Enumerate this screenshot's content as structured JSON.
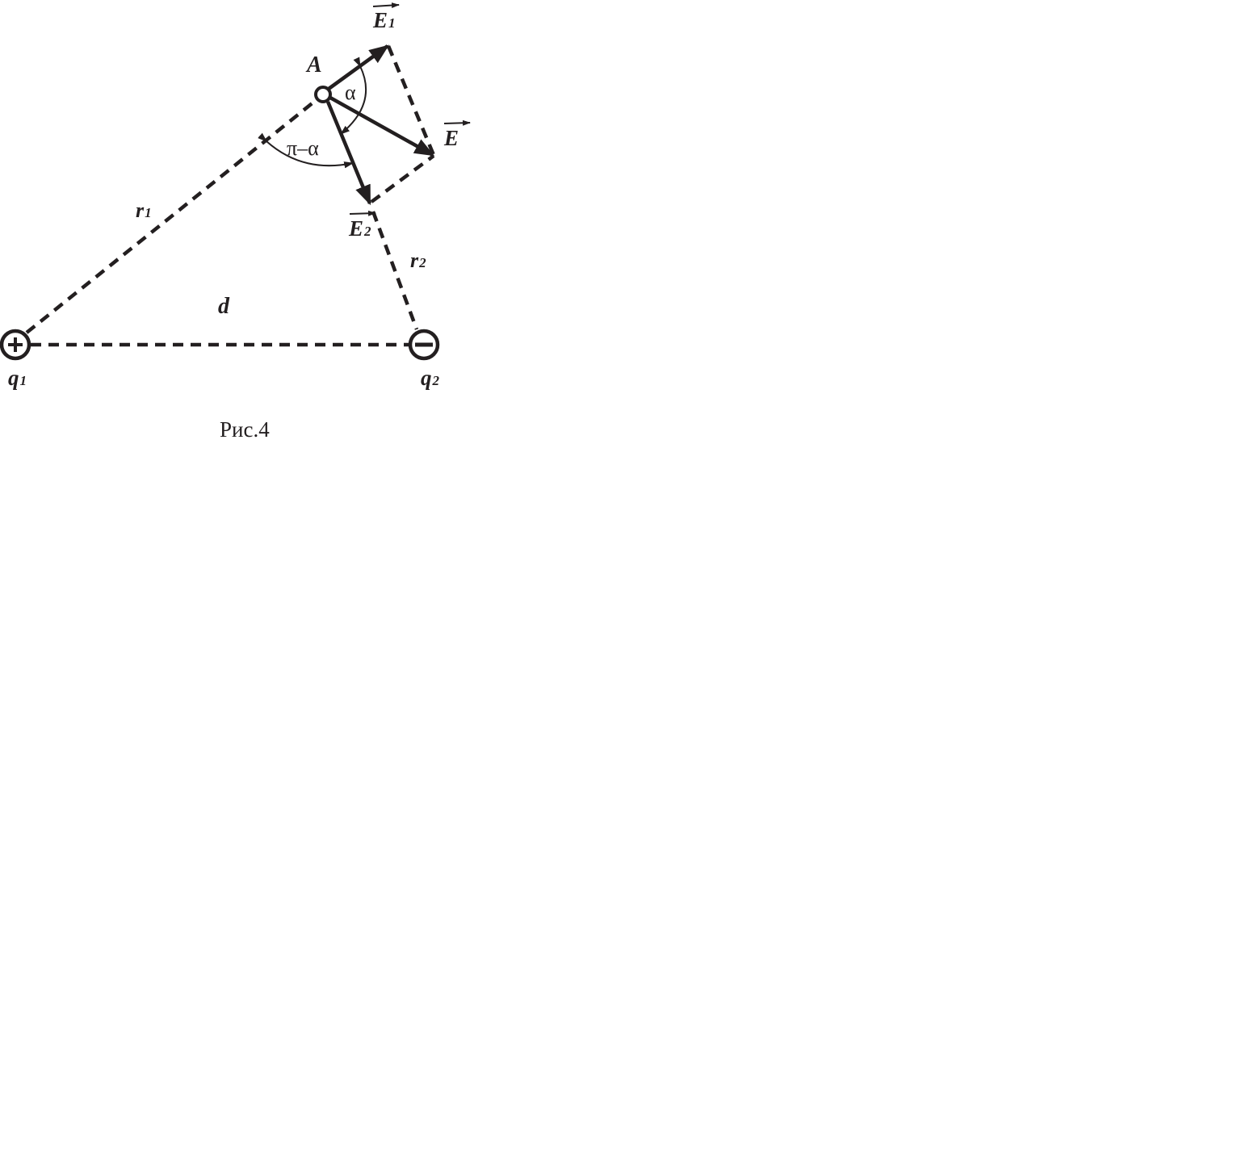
{
  "labels": {
    "point": "A",
    "e1_main": "E",
    "e1_sub": "1",
    "e_main": "E",
    "e2_main": "E",
    "e2_sub": "2",
    "alpha": "α",
    "pi_minus_alpha": "π–α",
    "r1_main": "r",
    "r1_sub": "1",
    "r2_main": "r",
    "r2_sub": "2",
    "d": "d",
    "q1_main": "q",
    "q1_sub": "1",
    "q2_main": "q",
    "q2_sub": "2"
  },
  "caption": "Рис.4",
  "colors": {
    "ink": "#231f20",
    "background": "#ffffff"
  }
}
